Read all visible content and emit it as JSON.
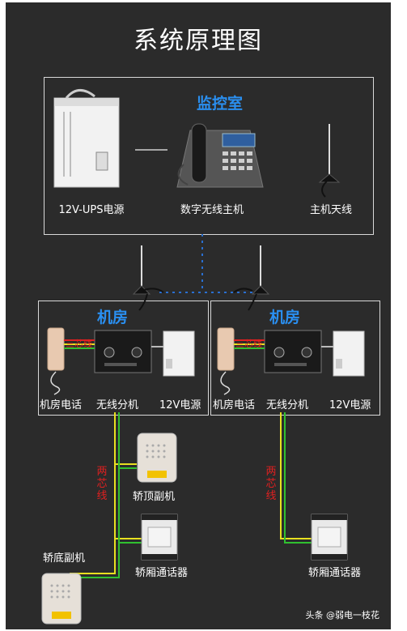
{
  "title": "系统原理图",
  "control_room": {
    "title": "监控室",
    "ups_label": "12V-UPS电源",
    "host_label": "数字无线主机",
    "antenna_label": "主机天线"
  },
  "machine_room_left": {
    "title": "机房",
    "three_core": "三芯线",
    "phone_label": "机房电话",
    "wireless_label": "无线分机",
    "power_label": "12V电源"
  },
  "machine_room_right": {
    "title": "机房",
    "three_core": "三芯线",
    "phone_label": "机房电话",
    "wireless_label": "无线分机",
    "power_label": "12V电源"
  },
  "two_core_left": "两芯线",
  "two_core_right": "两芯线",
  "car_top_label": "轿顶副机",
  "car_bottom_label": "轿底副机",
  "car_intercom_left": "轿厢通话器",
  "car_intercom_right": "轿厢通话器",
  "watermark": "头条 @弱电一枝花"
}
